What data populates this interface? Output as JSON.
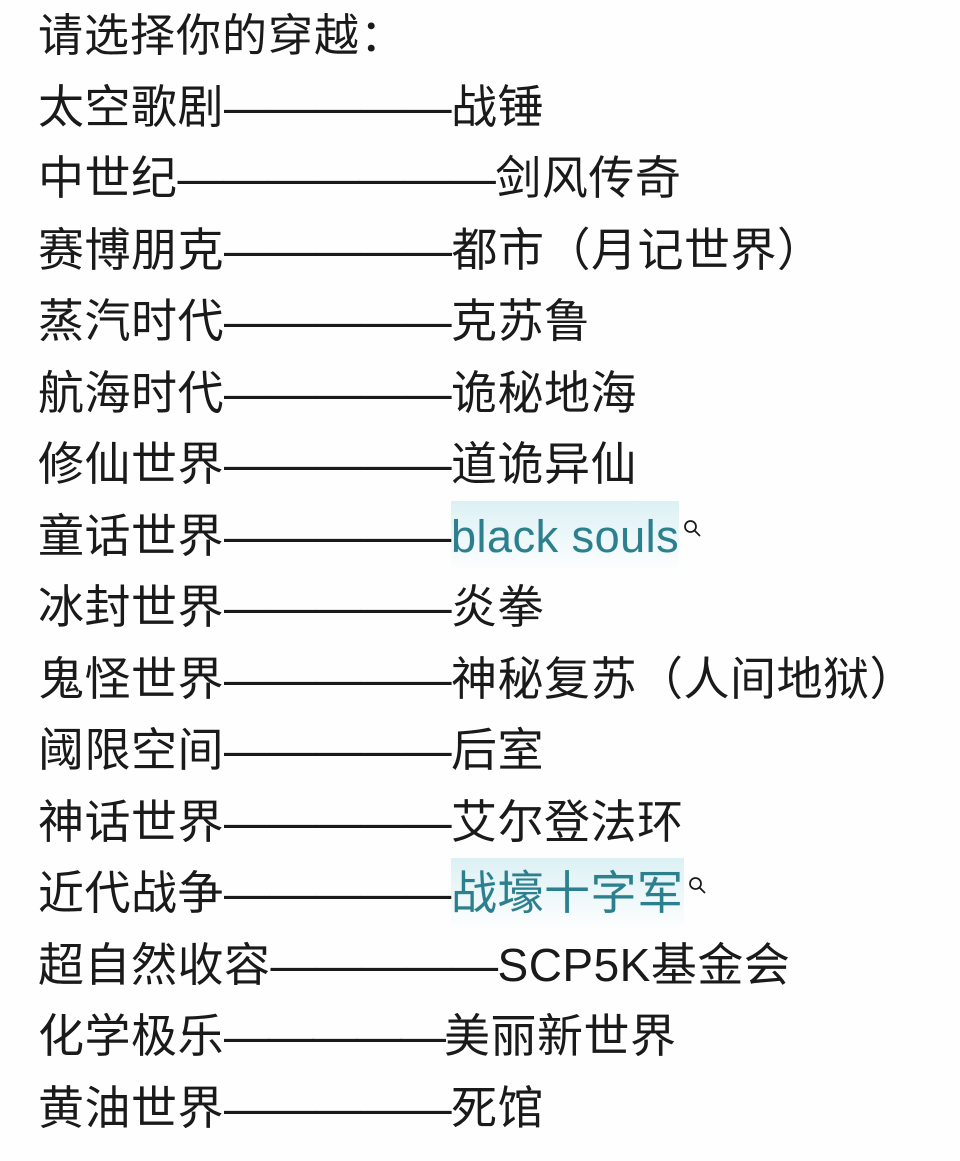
{
  "page": {
    "background_color": "#fefefe",
    "text_color": "#1a1a1a",
    "link_color": "#2c7f8d",
    "link_highlight_color": "#d6eef3"
  },
  "header": {
    "title": "请选择你的穿越："
  },
  "icons": {
    "search": "search-icon"
  },
  "list": {
    "separator_long": "——————",
    "separator_medium": "—————",
    "separator_short": "————",
    "items": [
      {
        "setting": "太空歌剧",
        "separator": "—————",
        "work": "战锤",
        "is_link": false,
        "has_search_icon": false,
        "script": "han"
      },
      {
        "setting": "中世纪",
        "separator": "———————",
        "work": "剑风传奇",
        "is_link": false,
        "has_search_icon": false,
        "script": "han"
      },
      {
        "setting": "赛博朋克",
        "separator": "—————",
        "work": "都市（月记世界）",
        "is_link": false,
        "has_search_icon": false,
        "script": "han"
      },
      {
        "setting": "蒸汽时代",
        "separator": "—————",
        "work": "克苏鲁",
        "is_link": false,
        "has_search_icon": false,
        "script": "han"
      },
      {
        "setting": "航海时代",
        "separator": "—————",
        "work": "诡秘地海",
        "is_link": false,
        "has_search_icon": false,
        "script": "han"
      },
      {
        "setting": "修仙世界",
        "separator": "—————",
        "work": "道诡异仙",
        "is_link": false,
        "has_search_icon": false,
        "script": "han"
      },
      {
        "setting": "童话世界",
        "separator": "—————",
        "work": "black souls",
        "is_link": true,
        "has_search_icon": true,
        "script": "latin"
      },
      {
        "setting": "冰封世界",
        "separator": "—————",
        "work": "炎拳",
        "is_link": false,
        "has_search_icon": false,
        "script": "han"
      },
      {
        "setting": "鬼怪世界",
        "separator": "—————",
        "work": "神秘复苏（人间地狱）",
        "is_link": false,
        "has_search_icon": false,
        "script": "han"
      },
      {
        "setting": "阈限空间",
        "separator": "—————",
        "work": "后室",
        "is_link": false,
        "has_search_icon": false,
        "script": "han"
      },
      {
        "setting": "神话世界",
        "separator": "—————",
        "work": "艾尔登法环",
        "is_link": false,
        "has_search_icon": false,
        "script": "han"
      },
      {
        "setting": "近代战争",
        "separator": "—————",
        "work": "战壕十字军",
        "is_link": true,
        "has_search_icon": true,
        "script": "han"
      },
      {
        "setting": "超自然收容",
        "separator": "—————",
        "work": "SCP5K基金会",
        "is_link": false,
        "has_search_icon": false,
        "script": "han"
      },
      {
        "setting": "化学极乐",
        "separator": "—————",
        "work": "美丽新世界",
        "is_link": false,
        "has_search_icon": false,
        "script": "han"
      },
      {
        "setting": "黄油世界",
        "separator": "—————",
        "work": "死馆",
        "is_link": false,
        "has_search_icon": false,
        "script": "han"
      }
    ]
  }
}
